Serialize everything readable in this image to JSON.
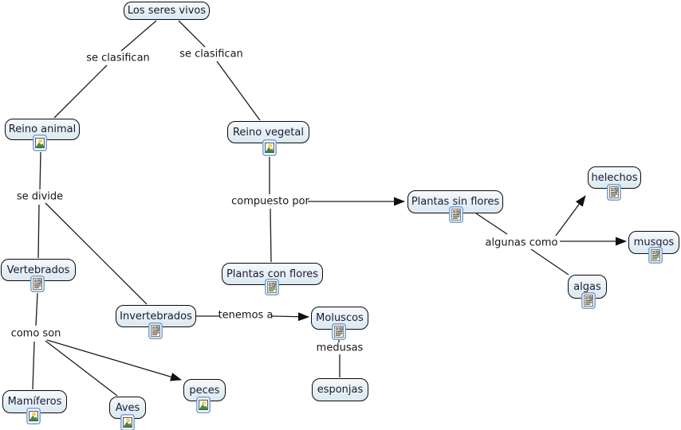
{
  "diagram": {
    "type": "concept-map",
    "root": "Los seres vivos",
    "colors": {
      "background": "#ffffff",
      "node_border": "#0b0b0b",
      "node_fill_top": "#f7fafc",
      "node_fill_bottom": "#dce8f1",
      "node_text": "#1b1b33",
      "linking_text": "#161616",
      "line": "#1c1c1c",
      "icon_frame": "#6fa0d8"
    },
    "nodes": {
      "seres_vivos": {
        "label": "Los seres vivos",
        "icon": null
      },
      "reino_animal": {
        "label": "Reino animal",
        "icon": "image-resource"
      },
      "reino_vegetal": {
        "label": "Reino vegetal",
        "icon": "image-resource"
      },
      "plantas_sin_flores": {
        "label": "Plantas sin flores",
        "icon": "document-resource"
      },
      "plantas_con_flores": {
        "label": "Plantas con flores",
        "icon": "document-resource"
      },
      "helechos": {
        "label": "helechos",
        "icon": "document-resource"
      },
      "musgos": {
        "label": "musgos",
        "icon": "document-resource"
      },
      "algas": {
        "label": "algas",
        "icon": "document-resource"
      },
      "vertebrados": {
        "label": "Vertebrados",
        "icon": "document-resource"
      },
      "invertebrados": {
        "label": "Invertebrados",
        "icon": "document-resource"
      },
      "moluscos": {
        "label": "Moluscos",
        "icon": "document-resource"
      },
      "esponjas": {
        "label": "esponjas",
        "icon": null
      },
      "mamiferos": {
        "label": "Mamíferos",
        "icon": "image-resource"
      },
      "aves": {
        "label": "Aves",
        "icon": "image-resource"
      },
      "peces": {
        "label": "peces",
        "icon": "image-resource"
      }
    },
    "linking_phrases": {
      "se_clasifican_izq": "se clasifican",
      "se_clasifican_der": "se clasifican",
      "se_divide": "se divide",
      "compuesto_por": "compuesto por",
      "como_son": "como son",
      "tenemos_a": "tenemos a",
      "algunas_como": "algunas como",
      "medusas": "medusas"
    },
    "relations": [
      "Los seres vivos - se clasifican - Reino animal",
      "Los seres vivos - se clasifican - Reino vegetal",
      "Reino animal - se divide - Vertebrados",
      "Reino animal - se divide - Invertebrados",
      "Reino vegetal - compuesto por - Plantas con flores",
      "Reino vegetal - compuesto por - Plantas sin flores",
      "Plantas sin flores - algunas como - helechos",
      "Plantas sin flores - algunas como - musgos",
      "Plantas sin flores - algunas como - algas",
      "Vertebrados - como son - Mamíferos",
      "Vertebrados - como son - Aves",
      "Vertebrados - como son - peces",
      "Invertebrados - tenemos a - Moluscos",
      "Moluscos - medusas - esponjas"
    ]
  }
}
